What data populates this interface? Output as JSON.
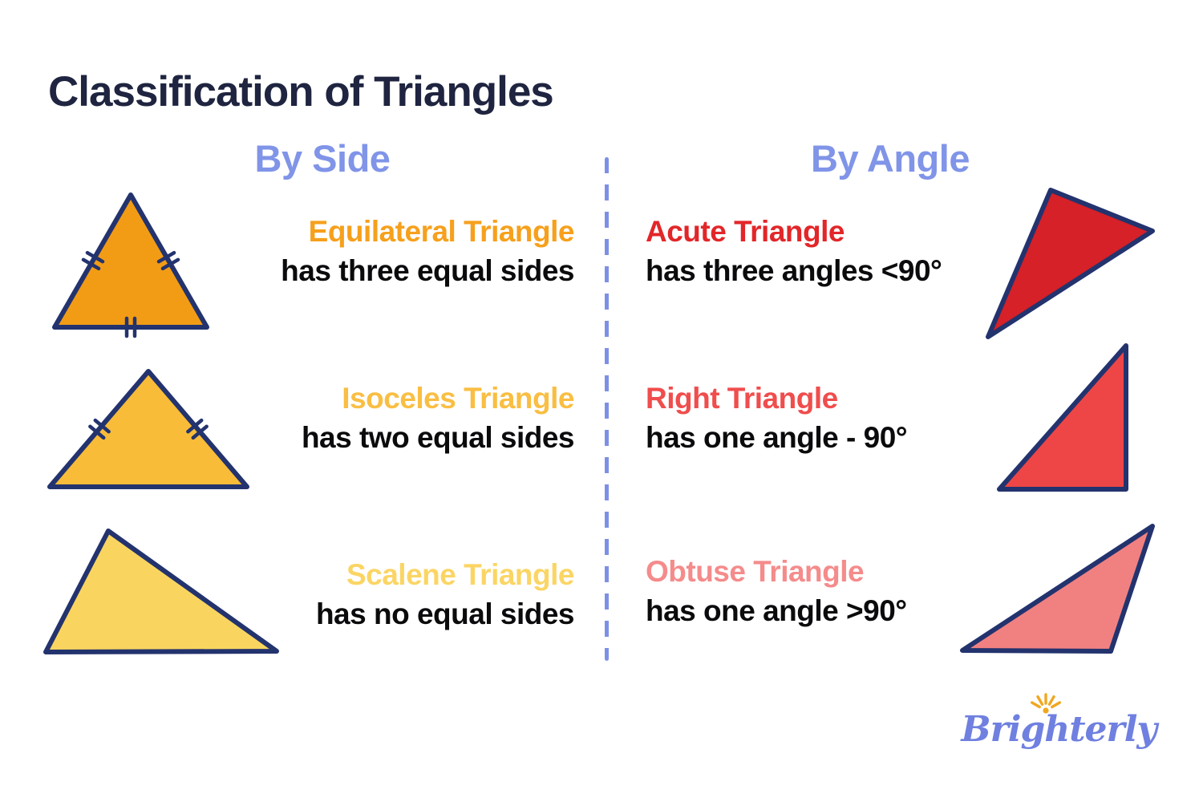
{
  "title": "Classification of Triangles",
  "by_side": {
    "header": "By Side",
    "items": [
      {
        "label": "Equilateral Triangle",
        "description": "has three equal sides",
        "label_color": "#F6A01C",
        "triangle_fill": "#F29C15",
        "side_tick_marks": [
          "left",
          "right",
          "bottom"
        ]
      },
      {
        "label": "Isoceles Triangle",
        "description": "has two equal sides",
        "label_color": "#F9BE42",
        "triangle_fill": "#F8BC38",
        "side_tick_marks": [
          "left",
          "right"
        ]
      },
      {
        "label": "Scalene Triangle",
        "description": "has no equal sides",
        "label_color": "#FBD564",
        "triangle_fill": "#F9D55F",
        "side_tick_marks": []
      }
    ]
  },
  "by_angle": {
    "header": "By Angle",
    "items": [
      {
        "label": "Acute Triangle",
        "description": "has three angles <90°",
        "label_color": "#E22629",
        "triangle_fill": "#D52127"
      },
      {
        "label": "Right Triangle",
        "description": "has one angle - 90°",
        "label_color": "#F04D4D",
        "triangle_fill": "#EE4646"
      },
      {
        "label": "Obtuse Triangle",
        "description": "has one angle >90°",
        "label_color": "#F58B8B",
        "triangle_fill": "#F18181"
      }
    ]
  },
  "logo": {
    "text": "Brighterly",
    "color": "#6F80E0",
    "sun_icon": "sunburst",
    "sun_color": "#F0A71F"
  },
  "colors": {
    "background": "#FFFFFF",
    "title_text": "#1F2440",
    "column_header_text": "#8094E8",
    "divider": "#7E90E6",
    "triangle_stroke": "#23336E",
    "description_text": "#0B0B0E"
  }
}
